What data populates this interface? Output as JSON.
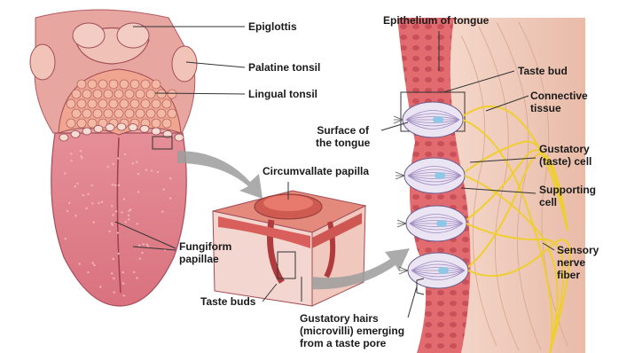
{
  "labels": {
    "epiglottis": "Epiglottis",
    "palatine_tonsil": "Palatine tonsil",
    "lingual_tonsil": "Lingual tonsil",
    "fungiform_papillae": "Fungiform\npapillae",
    "circumvallate_papilla": "Circumvallate papilla",
    "taste_buds": "Taste buds",
    "gustatory_hairs": "Gustatory hairs\n(microvilli) emerging\nfrom a taste pore",
    "epithelium_of_tongue": "Epithelium of tongue",
    "taste_bud": "Taste bud",
    "connective_tissue": "Connective\ntissue",
    "surface_of_tongue": "Surface of\nthe tongue",
    "gustatory_cell": "Gustatory\n(taste) cell",
    "supporting_cell": "Supporting\ncell",
    "sensory_nerve_fiber": "Sensory\nnerve\nfiber"
  },
  "colors": {
    "tongue": "#e28a94",
    "tongue_dark": "#c9606d",
    "papillae": "#f0a89a",
    "epithelium": "#e76f73",
    "connective": "#f2cfc0",
    "nerve": "#f0d23a",
    "bud_fill": "#e9e2f2"
  }
}
